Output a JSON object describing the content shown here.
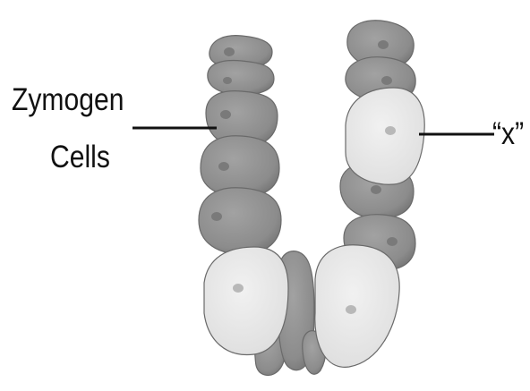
{
  "diagram": {
    "labels": {
      "left_line1": "Zymogen",
      "left_line2": "Cells",
      "right": "“x”"
    },
    "colors": {
      "cell_dark": "#8e8e8e",
      "cell_dark_shadow": "#6f6f6f",
      "cell_light": "#e6e6e6",
      "cell_light_shadow": "#bdbdbd",
      "nucleus_dark": "#7a7a7a",
      "nucleus_light": "#b8b8b8",
      "leader_line": "#111111",
      "background": "#ffffff"
    }
  }
}
